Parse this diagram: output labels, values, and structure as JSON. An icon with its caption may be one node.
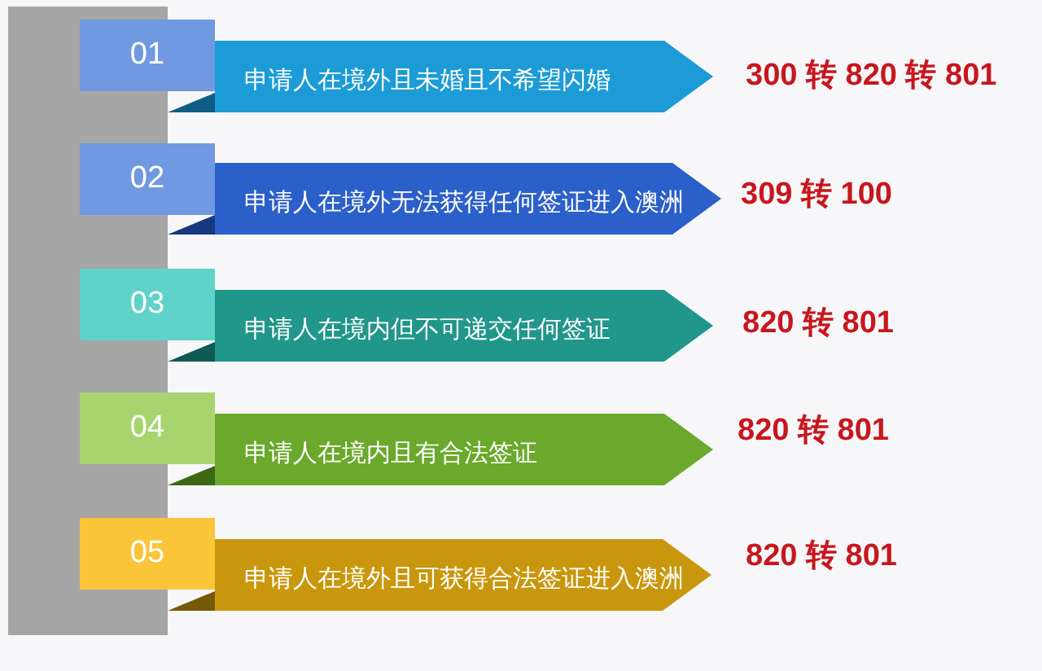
{
  "diagram": {
    "nodes": [
      {
        "text": [],
        "shape": "bar"
      },
      {
        "text": [
          "01"
        ]
      },
      {
        "text": [
          "申请人在境外且未婚且不希望闪婚"
        ],
        "beside": [
          "300 转 820 转 801"
        ]
      },
      {
        "text": [
          "02"
        ]
      },
      {
        "text": [
          "申请人在境外无法获得任何签证进入澳洲"
        ],
        "beside": [
          "309 转 100"
        ]
      },
      {
        "text": [
          "03"
        ]
      },
      {
        "text": [
          "申请人在境内但不可递交任何签证"
        ],
        "beside": [
          "820 转 801"
        ]
      },
      {
        "text": [
          "04"
        ]
      },
      {
        "text": [
          "申请人在境内且有合法签证"
        ],
        "beside": [
          "820 转 801"
        ]
      },
      {
        "text": [
          "05"
        ]
      },
      {
        "text": [
          "申请人在境外且可获得合法签证进入澳洲"
        ],
        "beside": [
          "820 转 801"
        ]
      }
    ]
  }
}
